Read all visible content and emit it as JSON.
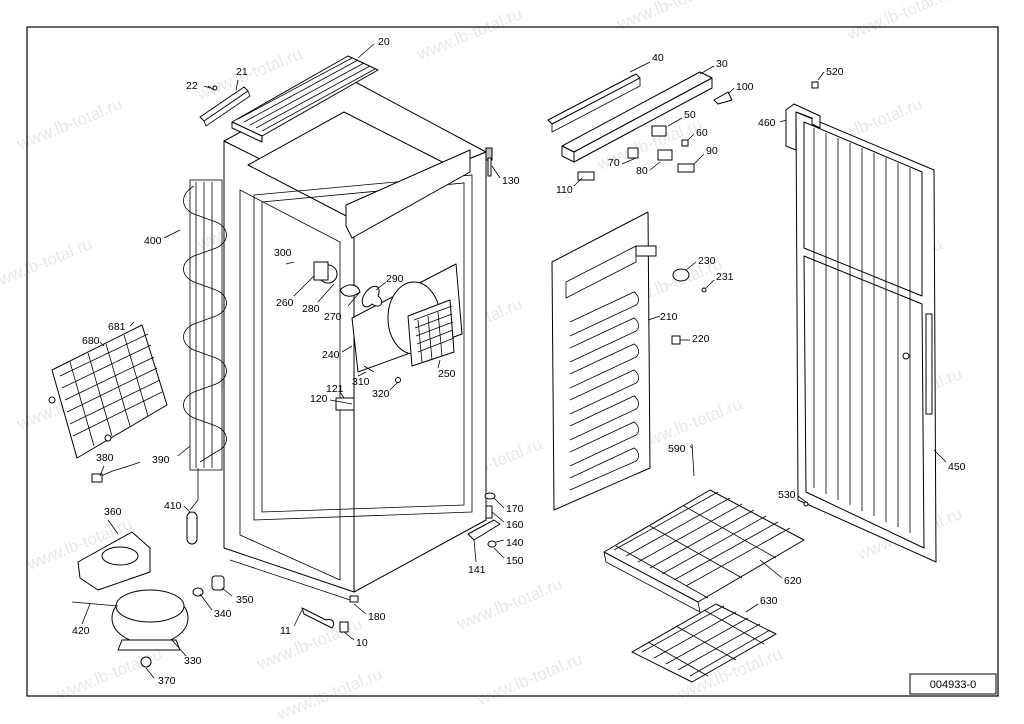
{
  "drawing_code": "004933-0",
  "watermark_text": "www.lb-total.ru",
  "part_labels": [
    {
      "id": "l20",
      "text": "20"
    },
    {
      "id": "l21",
      "text": "21"
    },
    {
      "id": "l22",
      "text": "22"
    },
    {
      "id": "l30",
      "text": "30"
    },
    {
      "id": "l40",
      "text": "40"
    },
    {
      "id": "l50",
      "text": "50"
    },
    {
      "id": "l60",
      "text": "60"
    },
    {
      "id": "l70",
      "text": "70"
    },
    {
      "id": "l80",
      "text": "80"
    },
    {
      "id": "l90",
      "text": "90"
    },
    {
      "id": "l100",
      "text": "100"
    },
    {
      "id": "l110",
      "text": "110"
    },
    {
      "id": "l120",
      "text": "120"
    },
    {
      "id": "l121",
      "text": "121"
    },
    {
      "id": "l130",
      "text": "130"
    },
    {
      "id": "l140",
      "text": "140"
    },
    {
      "id": "l141",
      "text": "141"
    },
    {
      "id": "l150",
      "text": "150"
    },
    {
      "id": "l160",
      "text": "160"
    },
    {
      "id": "l170",
      "text": "170"
    },
    {
      "id": "l180",
      "text": "180"
    },
    {
      "id": "l10",
      "text": "10"
    },
    {
      "id": "l11",
      "text": "11"
    },
    {
      "id": "l210",
      "text": "210"
    },
    {
      "id": "l220",
      "text": "220"
    },
    {
      "id": "l230",
      "text": "230"
    },
    {
      "id": "l231",
      "text": "231"
    },
    {
      "id": "l240",
      "text": "240"
    },
    {
      "id": "l250",
      "text": "250"
    },
    {
      "id": "l260",
      "text": "260"
    },
    {
      "id": "l270",
      "text": "270"
    },
    {
      "id": "l280",
      "text": "280"
    },
    {
      "id": "l290",
      "text": "290"
    },
    {
      "id": "l300",
      "text": "300"
    },
    {
      "id": "l310",
      "text": "310"
    },
    {
      "id": "l320",
      "text": "320"
    },
    {
      "id": "l330",
      "text": "330"
    },
    {
      "id": "l340",
      "text": "340"
    },
    {
      "id": "l350",
      "text": "350"
    },
    {
      "id": "l360",
      "text": "360"
    },
    {
      "id": "l370",
      "text": "370"
    },
    {
      "id": "l380",
      "text": "380"
    },
    {
      "id": "l390",
      "text": "390"
    },
    {
      "id": "l400",
      "text": "400"
    },
    {
      "id": "l410",
      "text": "410"
    },
    {
      "id": "l420",
      "text": "420"
    },
    {
      "id": "l450",
      "text": "450"
    },
    {
      "id": "l460",
      "text": "460"
    },
    {
      "id": "l520",
      "text": "520"
    },
    {
      "id": "l530",
      "text": "530"
    },
    {
      "id": "l590",
      "text": "590"
    },
    {
      "id": "l620",
      "text": "620"
    },
    {
      "id": "l630",
      "text": "630"
    },
    {
      "id": "l680",
      "text": "680"
    },
    {
      "id": "l681",
      "text": "681"
    }
  ]
}
